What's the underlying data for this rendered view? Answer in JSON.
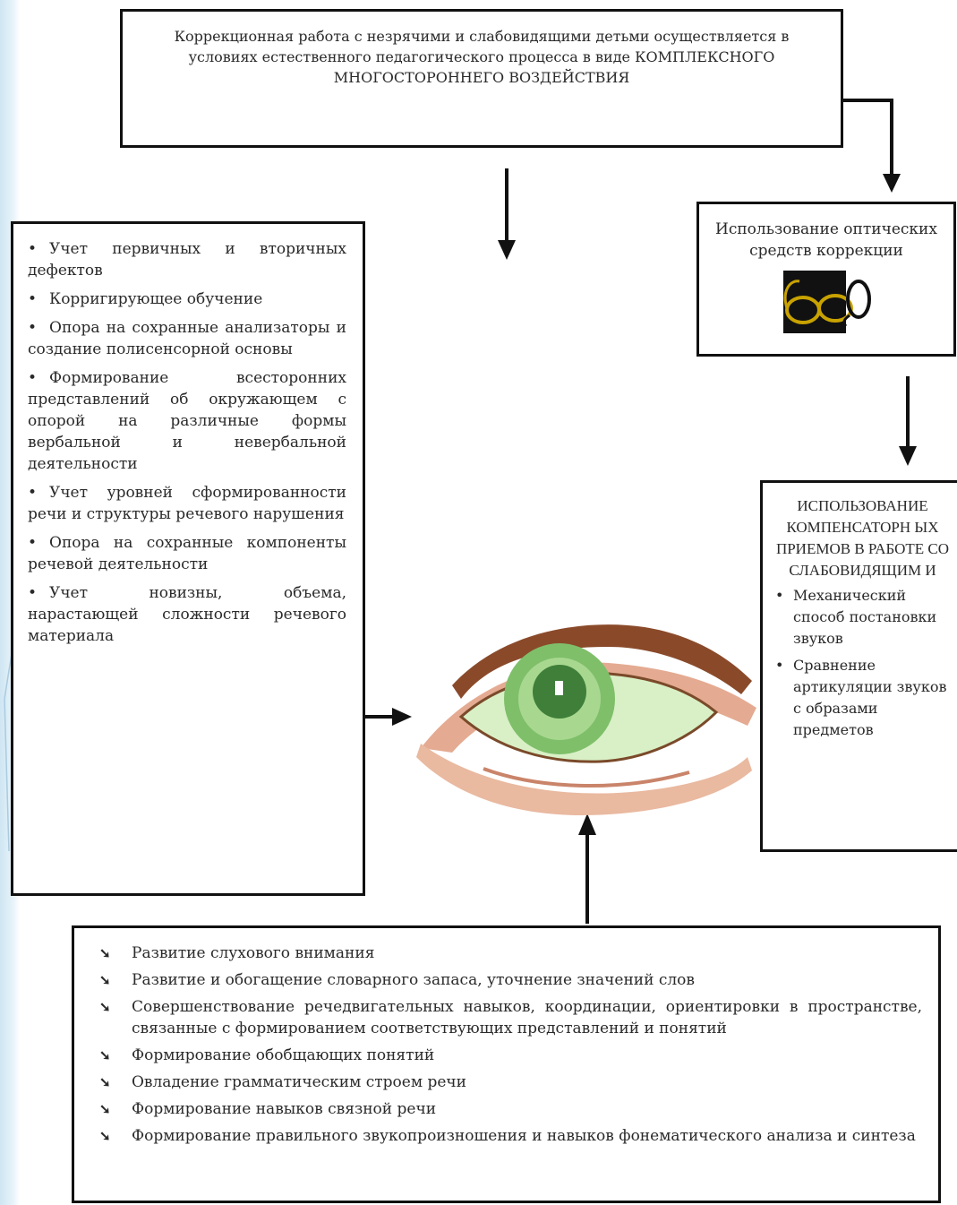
{
  "top_box": {
    "text": "Коррекционная работа с незрячими и слабовидящими детьми осуществляется в условиях естественного педагогического процесса в виде КОМПЛЕКСНОГО МНОГОСТОРОННЕГО ВОЗДЕЙСТВИЯ"
  },
  "optical_box": {
    "text": "Использование оптических средств коррекции",
    "icon": "glasses-icon"
  },
  "left_box": {
    "items": [
      "Учет первичных и вторичных дефектов",
      "Корригирующее обучение",
      "Опора на сохранные анализаторы и создание полисенсорной основы",
      "Формирование всесторонних представлений об окружающем с опорой на различные формы вербальной и невербальной деятельности",
      "Учет уровней сформированности речи и структуры речевого нарушения",
      "Опора на сохранные компоненты речевой деятельности",
      "Учет новизны, объема, нарастающей сложности речевого материала"
    ]
  },
  "right_box": {
    "title": "ИСПОЛЬЗОВАНИЕ КОМПЕНСАТОРН ЫХ ПРИЕМОВ В РАБОТЕ СО СЛАБОВИДЯЩИМ И",
    "items": [
      "Механический способ постановки звуков",
      "Сравнение артикуляции звуков с образами предметов"
    ]
  },
  "bottom_box": {
    "bullet": "➘",
    "items": [
      "Развитие слухового внимания",
      "Развитие и обогащение словарного запаса, уточнение значений слов",
      "Совершенствование речедвигательных навыков, координации, ориентировки в пространстве, связанные с формированием соответствующих представлений и понятий",
      "Формирование обобщающих понятий",
      "Овладение грамматическим строем речи",
      "Формирование навыков связной речи",
      "Формирование правильного звукопроизношения и навыков фонематического анализа и синтеза"
    ]
  },
  "center_image": {
    "icon": "eye-icon"
  },
  "colors": {
    "border": "#111111",
    "iris": "#7fbf6a",
    "brow": "#8a4a2a",
    "skin": "#e9b9a0"
  }
}
